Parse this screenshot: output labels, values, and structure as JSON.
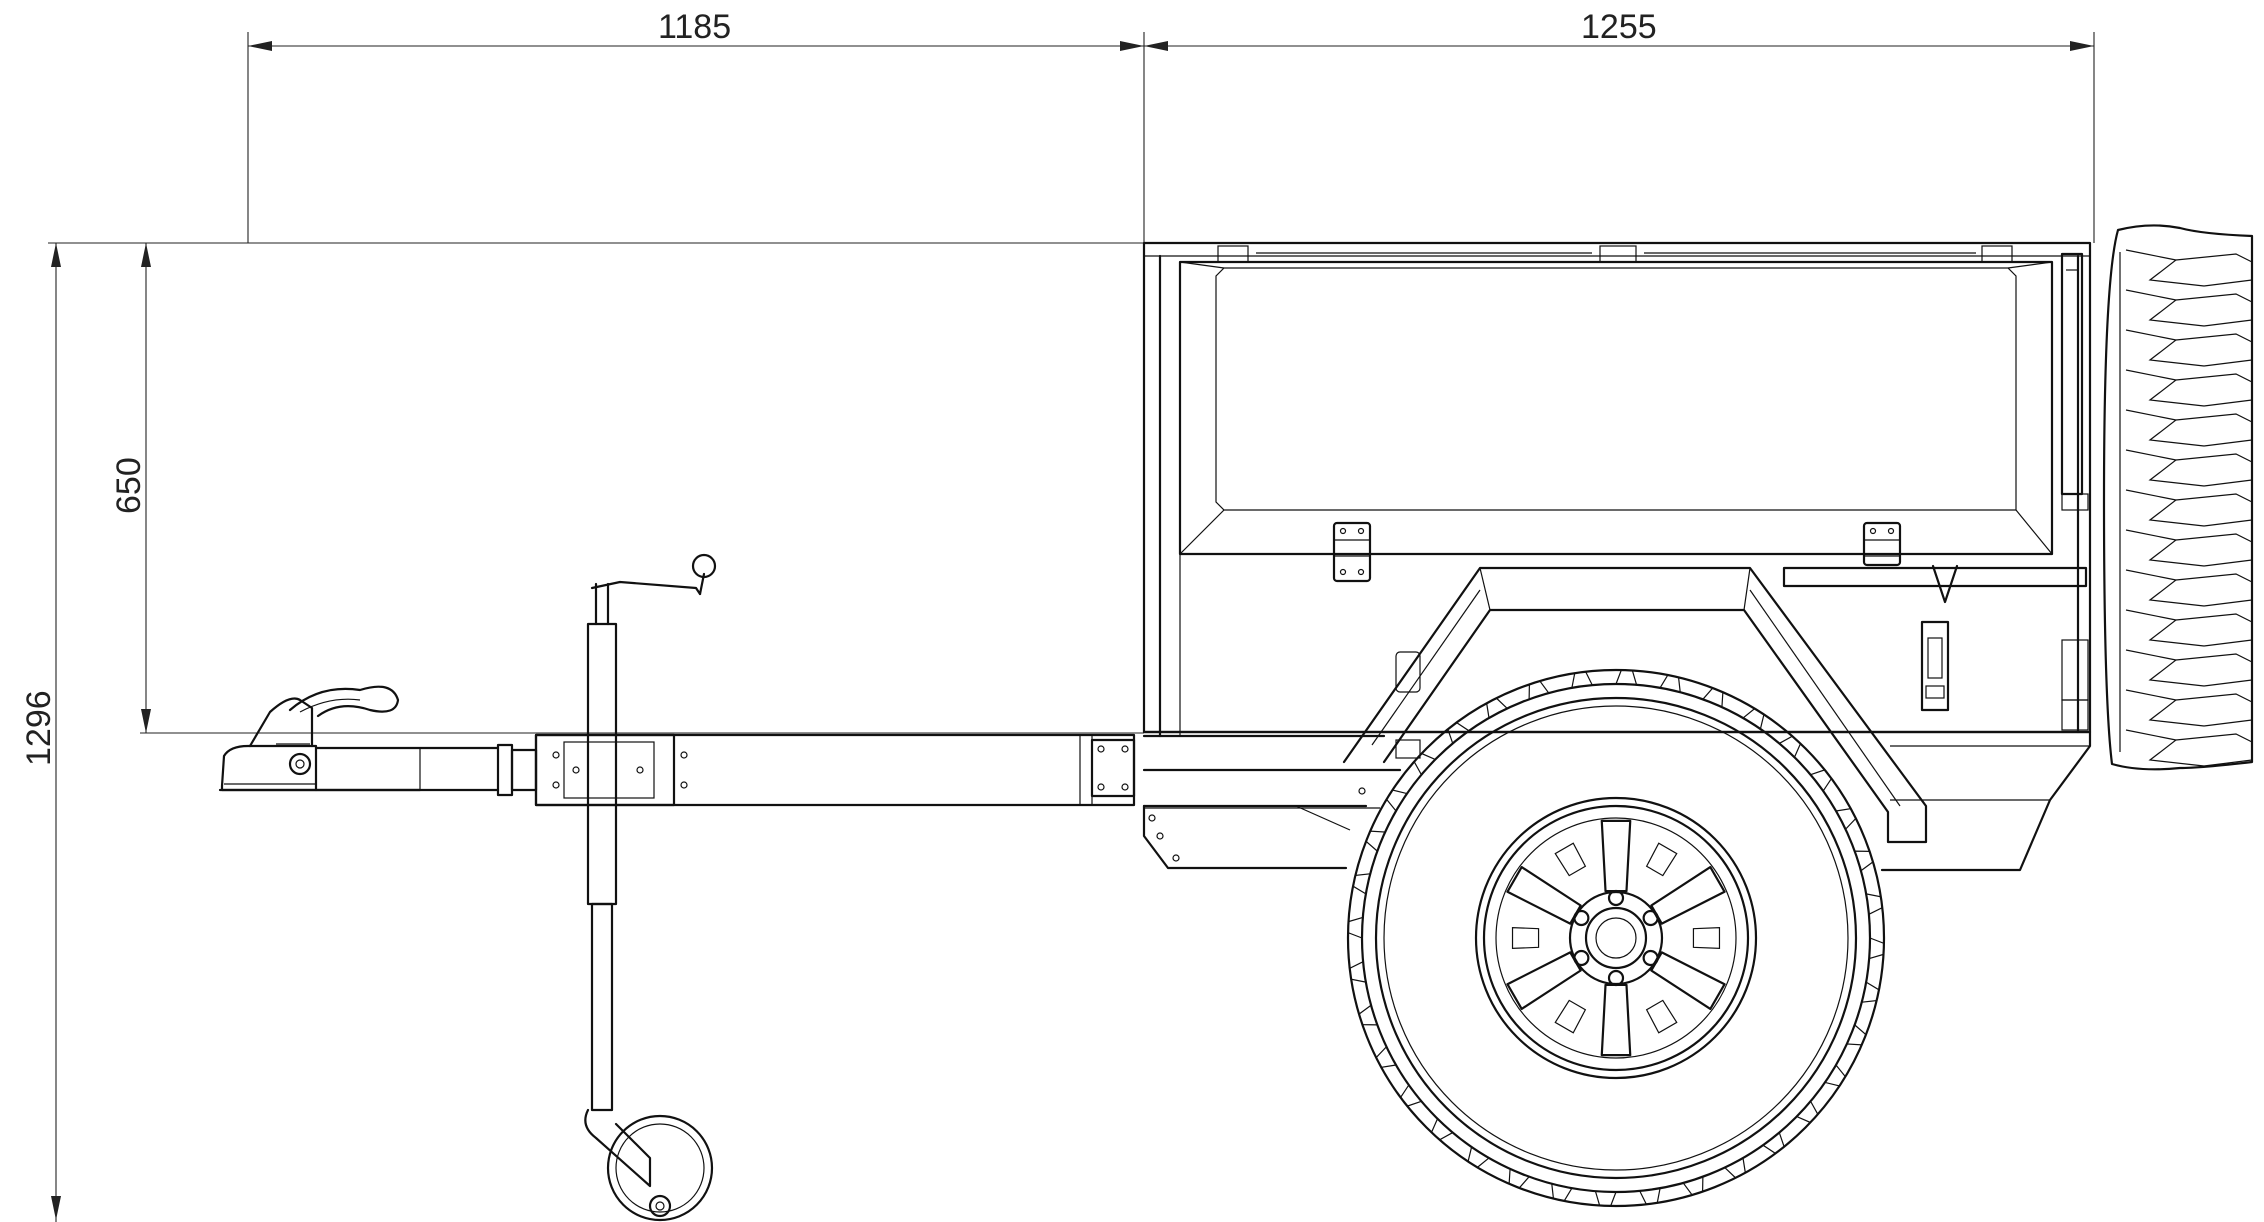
{
  "dimensions": {
    "top_left": "1185",
    "top_right": "1255",
    "height_upper": "650",
    "height_total": "1296"
  },
  "colors": {
    "line": "#111111",
    "background": "#ffffff"
  }
}
